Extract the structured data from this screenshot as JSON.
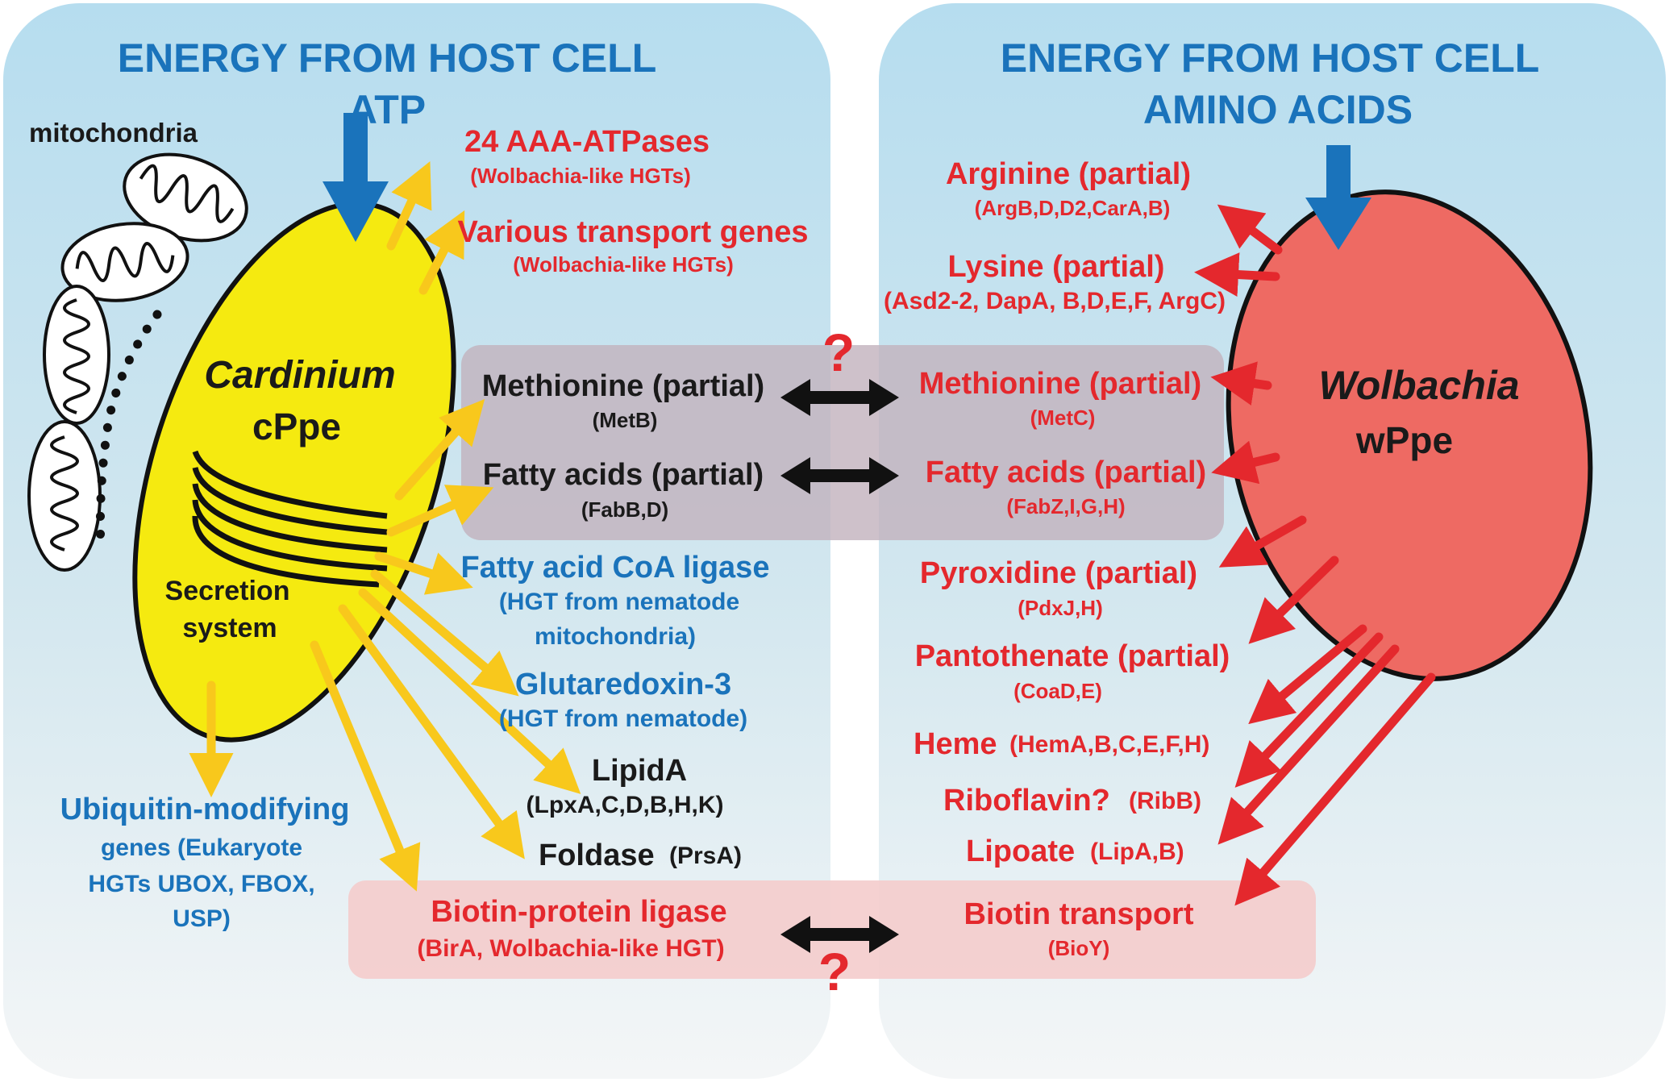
{
  "colors": {
    "panel_top": "#b9dff0",
    "panel_bottom": "#f4f6f7",
    "cardinium_fill": "#f5ea10",
    "wolbachia_fill": "#ee6a63",
    "yellow_arrow": "#f8c81c",
    "red_arrow": "#e4282d",
    "blue_arrow": "#1a73bb",
    "blue_text": "#1a73bb",
    "red_text": "#e4282d",
    "shared_box": "#c2b2bd",
    "biotin_box": "#f4cccc"
  },
  "left": {
    "title_line1": "ENERGY FROM HOST CELL",
    "title_line2": "ATP",
    "mitochondria_label": "mitochondria",
    "cell_name": "Cardinium",
    "cell_strain": "cPpe",
    "secretion_line1": "Secretion",
    "secretion_line2": "system",
    "items": {
      "aaa_name": "24 AAA-ATPases",
      "aaa_note": "(Wolbachia-like HGTs)",
      "transport_name": "Various transport genes",
      "transport_note": "(Wolbachia-like HGTs)",
      "methionine_name": "Methionine (partial)",
      "methionine_genes": "(MetB)",
      "fatty_name": "Fatty acids (partial)",
      "fatty_genes": "(FabB,D)",
      "coa_name": "Fatty acid CoA ligase",
      "coa_note1": "(HGT from nematode",
      "coa_note2": "mitochondria)",
      "glut_name": "Glutaredoxin-3",
      "glut_note": "(HGT from nematode)",
      "lipida_name": "LipidA",
      "lipida_genes": "(LpxA,C,D,B,H,K)",
      "foldase_name": "Foldase",
      "foldase_genes": "(PrsA)",
      "ubiq_line1": "Ubiquitin-modifying",
      "ubiq_line2": "genes (Eukaryote",
      "ubiq_line3": "HGTs UBOX, FBOX,",
      "ubiq_line4": "USP)",
      "biotin_name": "Biotin-protein ligase",
      "biotin_note": "(BirA, Wolbachia-like HGT)"
    }
  },
  "right": {
    "title_line1": "ENERGY FROM HOST CELL",
    "title_line2": "AMINO ACIDS",
    "cell_name": "Wolbachia",
    "cell_strain": "wPpe",
    "items": {
      "arginine_name": "Arginine (partial)",
      "arginine_genes": "(ArgB,D,D2,CarA,B)",
      "lysine_name": "Lysine (partial)",
      "lysine_genes": "(Asd2-2, DapA, B,D,E,F, ArgC)",
      "methionine_name": "Methionine (partial)",
      "methionine_genes": "(MetC)",
      "fatty_name": "Fatty acids (partial)",
      "fatty_genes": "(FabZ,I,G,H)",
      "pyrox_name": "Pyroxidine (partial)",
      "pyrox_genes": "(PdxJ,H)",
      "panto_name": "Pantothenate (partial)",
      "panto_genes": "(CoaD,E)",
      "heme_name": "Heme",
      "heme_genes": "(HemA,B,C,E,F,H)",
      "ribo_name": "Riboflavin?",
      "ribo_genes": "(RibB)",
      "lipoate_name": "Lipoate",
      "lipoate_genes": "(LipA,B)",
      "biotin_name": "Biotin transport",
      "biotin_genes": "(BioY)"
    }
  },
  "question_mark": "?"
}
